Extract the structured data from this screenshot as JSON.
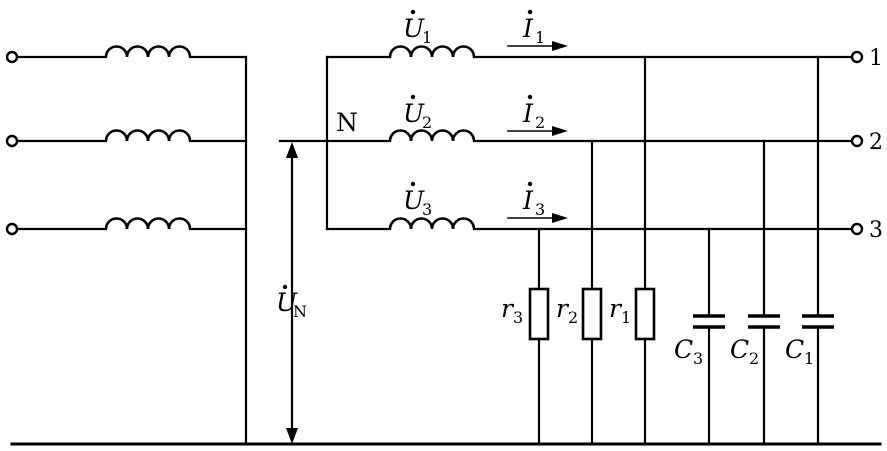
{
  "neutral_label": "N",
  "neutral_voltage": {
    "symbol": "U",
    "sub": "N"
  },
  "voltages": [
    {
      "symbol": "U",
      "sub": "1"
    },
    {
      "symbol": "U",
      "sub": "2"
    },
    {
      "symbol": "U",
      "sub": "3"
    }
  ],
  "currents": [
    {
      "symbol": "I",
      "sub": "1"
    },
    {
      "symbol": "I",
      "sub": "2"
    },
    {
      "symbol": "I",
      "sub": "3"
    }
  ],
  "terminals": [
    "1",
    "2",
    "3"
  ],
  "resistors": [
    {
      "symbol": "r",
      "sub": "3"
    },
    {
      "symbol": "r",
      "sub": "2"
    },
    {
      "symbol": "r",
      "sub": "1"
    }
  ],
  "capacitors": [
    {
      "symbol": "C",
      "sub": "3"
    },
    {
      "symbol": "C",
      "sub": "2"
    },
    {
      "symbol": "C",
      "sub": "1"
    }
  ]
}
